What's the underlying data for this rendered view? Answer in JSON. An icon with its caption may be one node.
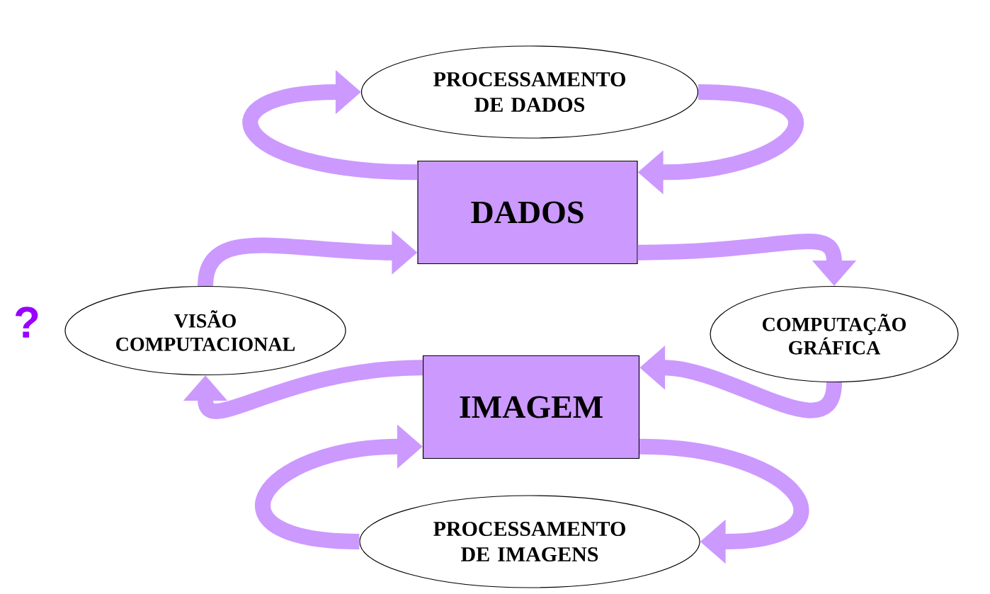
{
  "diagram": {
    "nodes": [
      {
        "text": [
          "PROCESSAMENTO DE DADOS"
        ]
      },
      {
        "text": [
          "DADOS"
        ]
      },
      {
        "text": [
          "VISÃO COMPUTACIONAL"
        ]
      },
      {
        "text": [
          "COMPUTAÇÃO GRÁFICA"
        ]
      },
      {
        "text": [
          "IMAGEM"
        ]
      },
      {
        "text": [
          "PROCESSAMENTO DE IMAGENS"
        ]
      }
    ],
    "edges": [
      {
        "from": 1,
        "to": 0,
        "arrow": "to"
      },
      {
        "from": 0,
        "to": 1,
        "arrow": "to"
      },
      {
        "from": 1,
        "to": 3,
        "arrow": "to"
      },
      {
        "from": 3,
        "to": 4,
        "arrow": "to"
      },
      {
        "from": 4,
        "to": 2,
        "arrow": "to"
      },
      {
        "from": 2,
        "to": 1,
        "arrow": "to"
      },
      {
        "from": 5,
        "to": 4,
        "arrow": "to"
      },
      {
        "from": 4,
        "to": 5,
        "arrow": "to"
      }
    ],
    "labels": [
      "?"
    ]
  }
}
